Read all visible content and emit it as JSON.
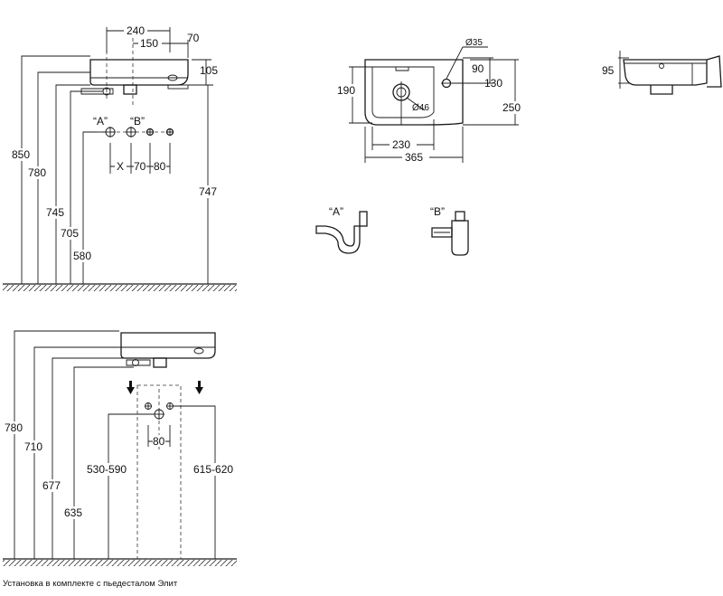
{
  "wall_view": {
    "dims_top": [
      "240",
      "150",
      "70"
    ],
    "dim_right_105": "105",
    "heights": [
      "850",
      "780",
      "745",
      "705",
      "580"
    ],
    "dim_747": "747",
    "connector_a": "“A”",
    "connector_b": "“B”",
    "spacing_x": "X",
    "spacing_70": "70",
    "spacing_80": "80"
  },
  "plan_view": {
    "d35": "Ø35",
    "d46": "Ø46",
    "dims": [
      "90",
      "130",
      "190",
      "250",
      "230",
      "365"
    ]
  },
  "side_view": {
    "dim_95": "95"
  },
  "siphons": {
    "label_a": "“A”",
    "label_b": "“B”"
  },
  "pedestal_view": {
    "heights": [
      "780",
      "710",
      "677",
      "635"
    ],
    "dim_530": "530-590",
    "dim_615": "615-620",
    "spacing_80": "80"
  },
  "caption": "Установка в комплекте с пьедесталом Элит"
}
